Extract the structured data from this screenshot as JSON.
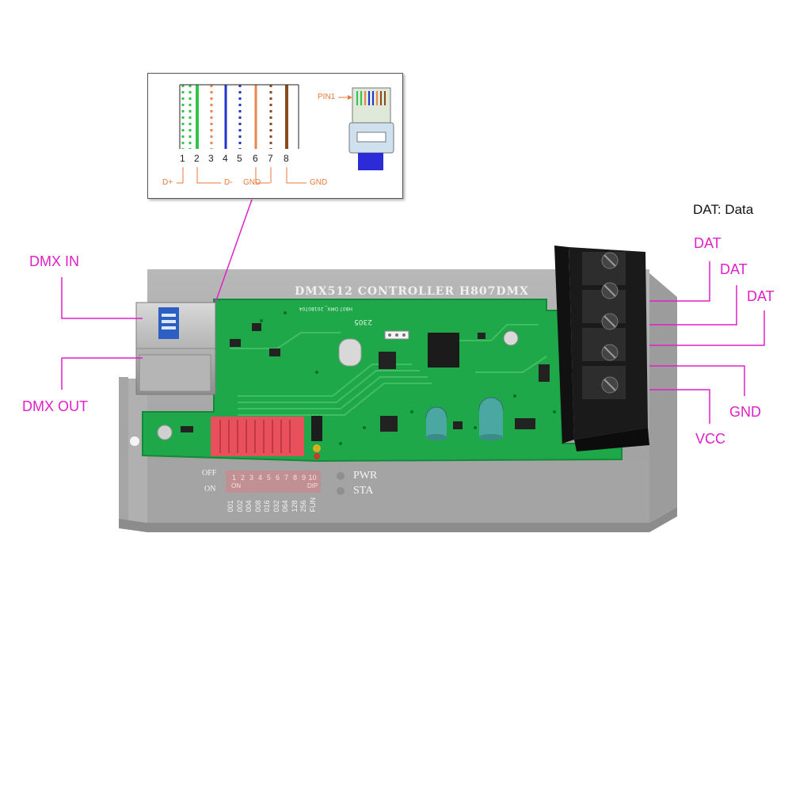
{
  "legend": {
    "text": "DAT: Data"
  },
  "callouts": {
    "dmx_in": "DMX IN",
    "dmx_out": "DMX OUT",
    "dat1": "DAT",
    "dat2": "DAT",
    "dat3": "DAT",
    "gnd": "GND",
    "vcc": "VCC"
  },
  "board": {
    "title": "DMX512 CONTROLLER H807DMX",
    "silk_model": "H807 DMX_ 20180704",
    "silk_code": "2305"
  },
  "panel": {
    "off_label": "OFF",
    "on_label": "ON",
    "dip_numbers": [
      "1",
      "2",
      "3",
      "4",
      "5",
      "6",
      "7",
      "8",
      "9",
      "10"
    ],
    "dip_on": "ON",
    "dip_dip": "DIP",
    "dip_values": [
      "001",
      "002",
      "004",
      "008",
      "016",
      "032",
      "064",
      "128",
      "256",
      "FUN"
    ],
    "pwr_label": "PWR",
    "sta_label": "STA"
  },
  "inset": {
    "pins": [
      "1",
      "2",
      "3",
      "4",
      "5",
      "6",
      "7",
      "8"
    ],
    "pin1_label": "PIN1",
    "d_plus": "D+",
    "d_minus": "D-",
    "gnd_a": "GND",
    "gnd_b": "GND"
  },
  "colors": {
    "callout": "#e020c8",
    "pcb": "#1fa84a",
    "case": "#a9a9a9",
    "terminal": "#1a1a1a",
    "dip_switch": "#e8505b"
  }
}
